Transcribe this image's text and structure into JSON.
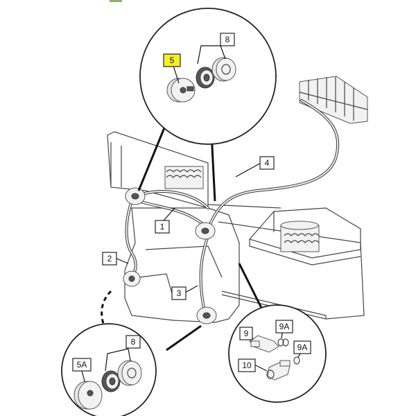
{
  "callouts": {
    "c5": "5",
    "c8_top": "8",
    "c4": "4",
    "c1": "1",
    "c2": "2",
    "c3": "3",
    "c8_bottom": "8",
    "c5a": "5A",
    "c9": "9",
    "c9a_top": "9A",
    "c9a_bottom": "9A",
    "c10": "10"
  },
  "colors": {
    "highlight": "#f4ef2a"
  }
}
